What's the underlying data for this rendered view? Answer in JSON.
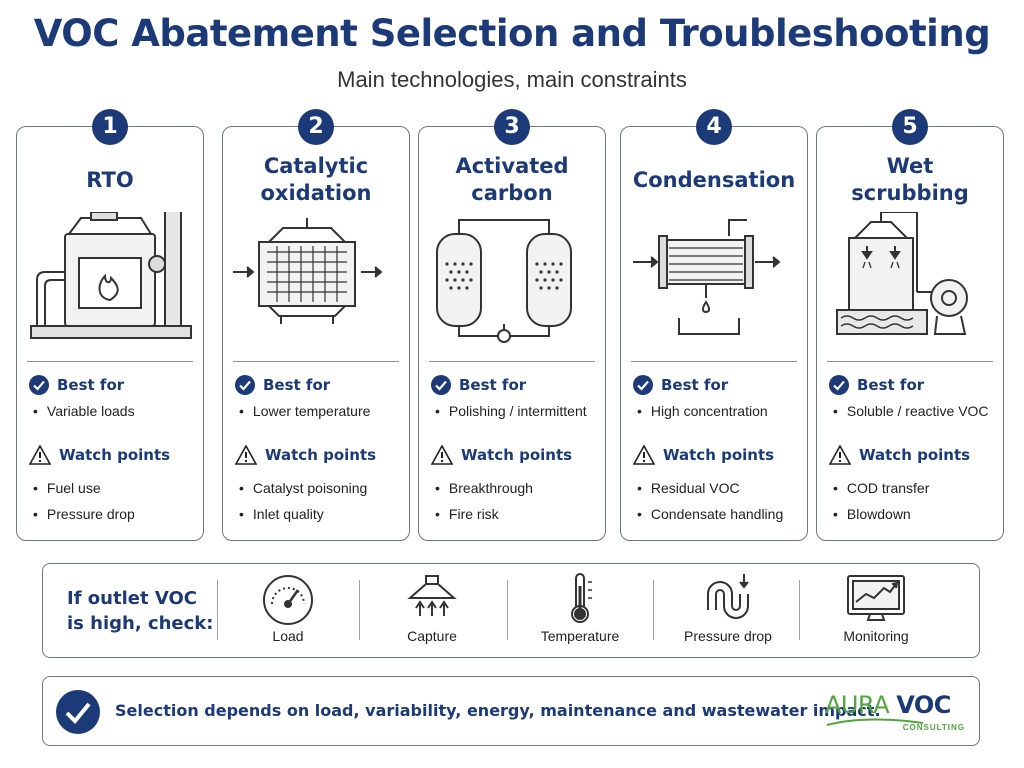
{
  "header": {
    "title": "VOC Abatement Selection and Troubleshooting",
    "subtitle": "Main technologies, main constraints"
  },
  "sections": {
    "best_for": "Best for",
    "watch_points": "Watch points"
  },
  "cards": [
    {
      "number": "1",
      "title": "RTO",
      "best": "Variable loads",
      "watch": [
        "Fuel use",
        "Pressure drop"
      ]
    },
    {
      "number": "2",
      "title": "Catalytic oxidation",
      "best": "Lower temperature",
      "watch": [
        "Catalyst poisoning",
        "Inlet quality"
      ]
    },
    {
      "number": "3",
      "title": "Activated carbon",
      "best": "Polishing / intermittent",
      "watch": [
        "Breakthrough",
        "Fire risk"
      ]
    },
    {
      "number": "4",
      "title": "Condensation",
      "best": "High concentration",
      "watch": [
        "Residual VOC",
        "Condensate handling"
      ]
    },
    {
      "number": "5",
      "title": "Wet scrubbing",
      "best": "Soluble / reactive VOC",
      "watch": [
        "COD transfer",
        "Blowdown"
      ]
    }
  ],
  "check": {
    "label_line1": "If outlet VOC",
    "label_line2": "is high, check:",
    "items": [
      "Load",
      "Capture",
      "Temperature",
      "Pressure drop",
      "Monitoring"
    ]
  },
  "footer": {
    "text": "Selection depends on load, variability, energy, maintenance and wastewater impact."
  },
  "logo": {
    "aura": "AURA",
    "voc": "VOC",
    "sub": "CONSULTING"
  },
  "colors": {
    "primary": "#1d3a78",
    "logo_green": "#4fa63c",
    "border": "#6f7785"
  }
}
